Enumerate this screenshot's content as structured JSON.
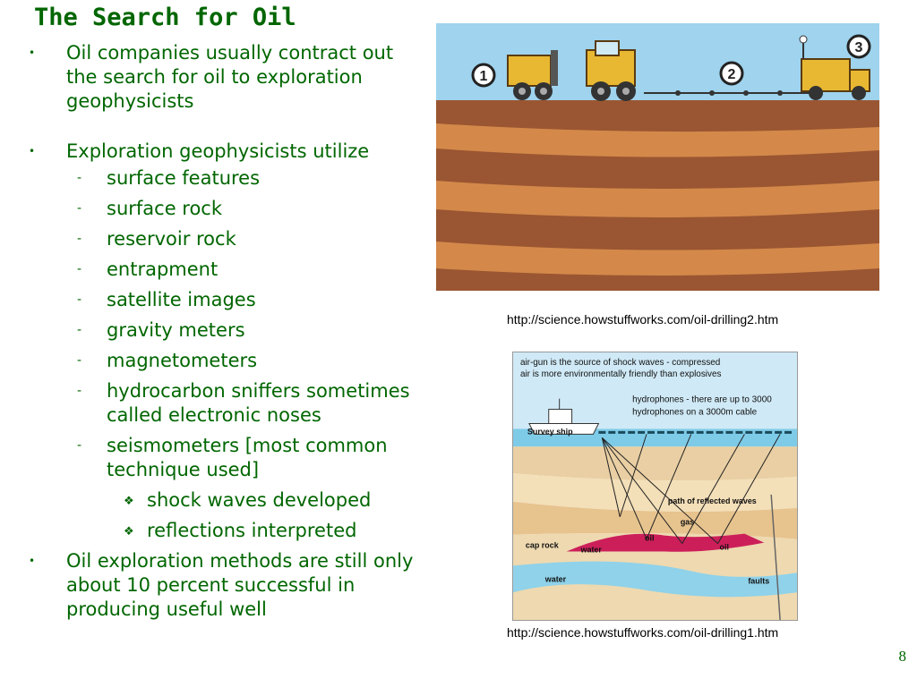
{
  "slide": {
    "title": "The Search for Oil",
    "page_number": "8"
  },
  "bullets": {
    "b1": "Oil companies usually contract out the search for oil to exploration geophysicists",
    "b2": "Exploration geophysicists utilize",
    "sub": [
      "surface features",
      "surface rock",
      "reservoir rock",
      "entrapment",
      "satellite images",
      "gravity meters",
      "magnetometers",
      "hydrocarbon sniffers sometimes called electronic noses",
      "seismometers [most common technique used]"
    ],
    "subsub": [
      "shock waves developed",
      "reflections interpreted"
    ],
    "b3": "Oil exploration methods are still only about 10 percent successful in producing useful well"
  },
  "markers": {
    "level1": "•",
    "level2": "-",
    "level3": "❖"
  },
  "figure1": {
    "steps": [
      "1",
      "2",
      "3"
    ],
    "caption": "http://science.howstuffworks.com/oil-drilling2.htm"
  },
  "figure2": {
    "note_airgun_1": "air-gun is the source of shock waves - compressed",
    "note_airgun_2": "air is more environmentally friendly than explosives",
    "note_hydro_1": "hydrophones - there are up to 3000",
    "note_hydro_2": "hydrophones on a 3000m cable",
    "ship": "Survey ship",
    "path": "path of reflected waves",
    "gas": "gas",
    "oil": "oil",
    "caprock": "cap rock",
    "water": "water",
    "faults": "faults",
    "caption": "http://science.howstuffworks.com/oil-drilling1.htm"
  },
  "colors": {
    "text_green": "#006600",
    "sky": "#9fd3ee",
    "soil_dark": "#9a5632",
    "soil_light": "#d4894a"
  }
}
